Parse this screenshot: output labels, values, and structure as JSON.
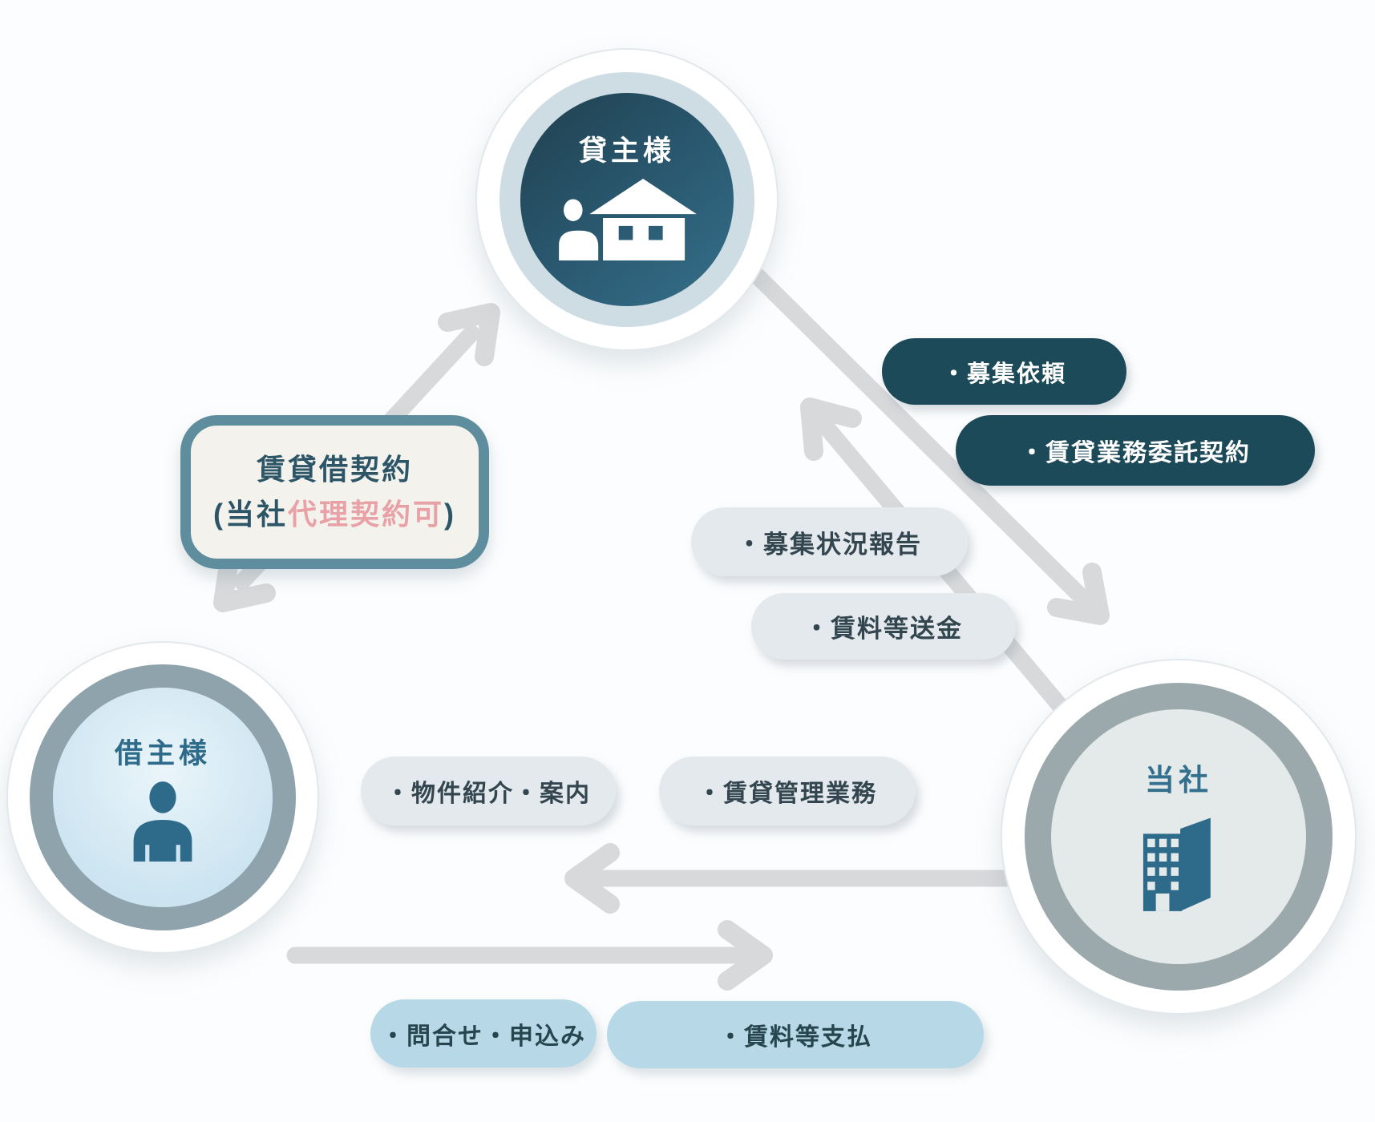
{
  "nodes": {
    "landlord": {
      "label": "貸主様"
    },
    "tenant": {
      "label": "借主様"
    },
    "company": {
      "label": "当社"
    }
  },
  "contract_box": {
    "line1": "賃貸借契約",
    "line2_open": "(当社",
    "line2_accent": "代理契約可",
    "line2_close": ")"
  },
  "pills": {
    "landlord_to_company": [
      {
        "label": "・募集依頼"
      },
      {
        "label": "・賃貸業務委託契約"
      }
    ],
    "company_to_landlord": [
      {
        "label": "・募集状況報告"
      },
      {
        "label": "・賃料等送金"
      }
    ],
    "company_to_tenant": [
      {
        "label": "・物件紹介・案内"
      },
      {
        "label": "・賃貸管理業務"
      }
    ],
    "tenant_to_company": [
      {
        "label": "・問合せ・申込み"
      },
      {
        "label": "・賃料等支払"
      }
    ]
  },
  "icons": {
    "landlord": "house-with-person-icon",
    "tenant": "person-icon",
    "company": "office-building-icon"
  },
  "colors": {
    "dark_pill": "#1D4A59",
    "dark_circle_gradient_start": "#20404E",
    "dark_circle_gradient_end": "#366F8A",
    "gray_pill": "#E3E9EC",
    "blue_pill": "#B7D9E7",
    "pill_text_dark": "#33464F",
    "ring_gray": "#93A4AC",
    "ring_light_blue": "#CEDDE4",
    "accent_pink": "#E8A1A6",
    "teal_icon": "#2E6B8A",
    "box_border": "#5E8D9D",
    "box_background": "#F4F2EC",
    "arrow_gray": "#D8D9DB"
  }
}
